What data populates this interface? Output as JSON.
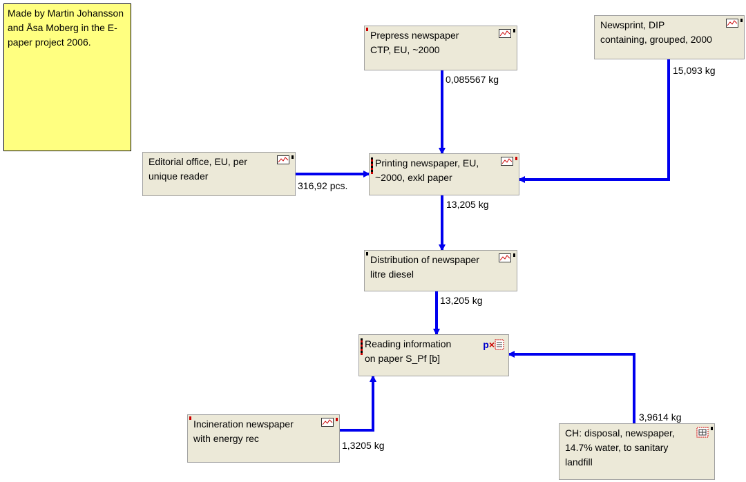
{
  "note": "Made by Martin Johansson and Åsa Moberg in the E-paper project 2006.",
  "nodes": {
    "prepress": "Prepress newspaper\nCTP, EU, ~2000",
    "newsprint": "Newsprint, DIP\ncontaining, grouped, 2000",
    "editorial": "Editorial office, EU, per\nunique reader",
    "printing": "Printing newspaper, EU,\n~2000, exkl paper",
    "distribution": "Distribution of newspaper\nlitre diesel",
    "reading": "Reading information\non paper S_Pf [b]",
    "incineration": "Incineration newspaper\nwith energy rec",
    "landfill": "CH: disposal, newspaper,\n14.7% water, to sanitary\nlandfill"
  },
  "flows": {
    "prepress_to_printing": "0,085567 kg",
    "newsprint_to_printing": "15,093 kg",
    "editorial_to_printing": "316,92 pcs.",
    "printing_to_distribution": "13,205 kg",
    "distribution_to_reading": "13,205 kg",
    "incineration_to_reading": "1,3205 kg",
    "landfill_to_reading": "3,9614 kg"
  },
  "reading_icons": {
    "p": "p",
    "x": "×"
  },
  "colors": {
    "arrow": "#0000ee",
    "node_bg": "#ece9d8",
    "note_bg": "#ffff80"
  }
}
